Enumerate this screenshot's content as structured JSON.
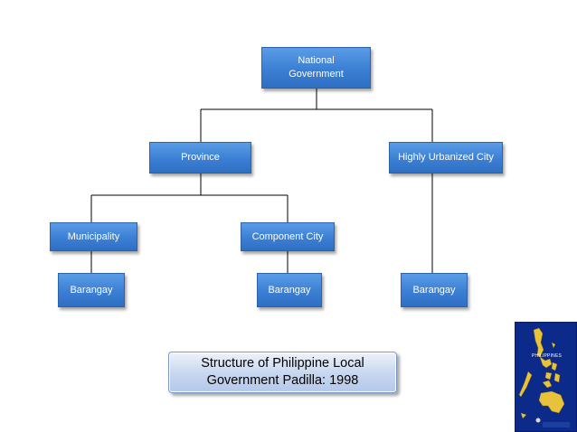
{
  "nodes": {
    "national": "National\nGovernment",
    "province": "Province",
    "huc": "Highly  Urbanized City",
    "municipality": "Municipality",
    "component_city": "Component City",
    "barangay_1": "Barangay",
    "barangay_2": "Barangay",
    "barangay_3": "Barangay"
  },
  "caption": "Structure of Philippine Local\nGovernment Padilla: 1998",
  "map": {
    "label": "PHILIPPINES"
  },
  "colors": {
    "box_fill": "#3b7fd4",
    "connector": "#000000",
    "caption_fill": "#c9d8f0",
    "map_sea": "#0b2a8a",
    "map_land": "#e8c23a"
  }
}
